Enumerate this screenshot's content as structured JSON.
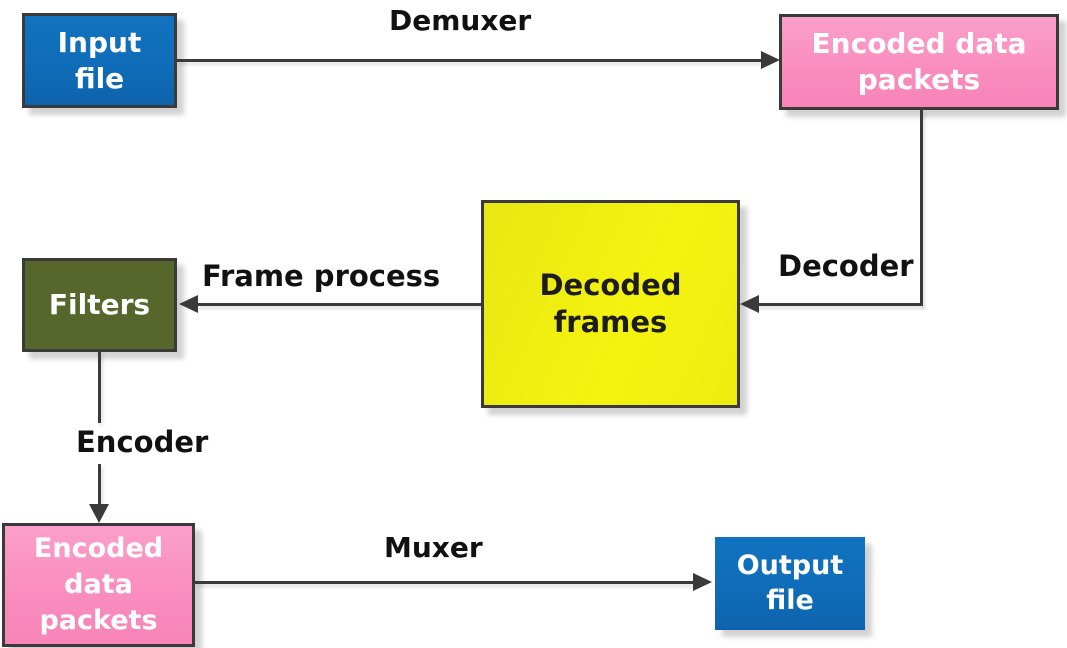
{
  "colors": {
    "box_blue": "#0f6cb8",
    "box_pink": "#f98cbe",
    "box_yellow": "#f0ee12",
    "box_olive": "#57672c",
    "box_border": "#3a3a3a",
    "arrow_line": "#3a3a3a",
    "edge_label_text": "#111111",
    "box_text_light": "#ffffff",
    "box_text_dark": "#1c1c1c",
    "background": "#ffffff"
  },
  "nodes": {
    "input_file": {
      "label": "Input\nfile",
      "color": "#0f6cb8"
    },
    "encoded_packets_top": {
      "label": "Encoded data\npackets",
      "color": "#f98cbe"
    },
    "decoded_frames": {
      "label": "Decoded\nframes",
      "color": "#f0ee12"
    },
    "filters": {
      "label": "Filters",
      "color": "#57672c"
    },
    "encoded_packets_bottom": {
      "label": "Encoded\ndata\npackets",
      "color": "#f98cbe"
    },
    "output_file": {
      "label": "Output\nfile",
      "color": "#0f6cb8"
    }
  },
  "edges": {
    "demuxer": {
      "label": "Demuxer",
      "from": "input_file",
      "to": "encoded_packets_top"
    },
    "decoder": {
      "label": "Decoder",
      "from": "encoded_packets_top",
      "to": "decoded_frames"
    },
    "frame_process": {
      "label": "Frame process",
      "from": "decoded_frames",
      "to": "filters"
    },
    "encoder": {
      "label": "Encoder",
      "from": "filters",
      "to": "encoded_packets_bottom"
    },
    "muxer": {
      "label": "Muxer",
      "from": "encoded_packets_bottom",
      "to": "output_file"
    }
  }
}
